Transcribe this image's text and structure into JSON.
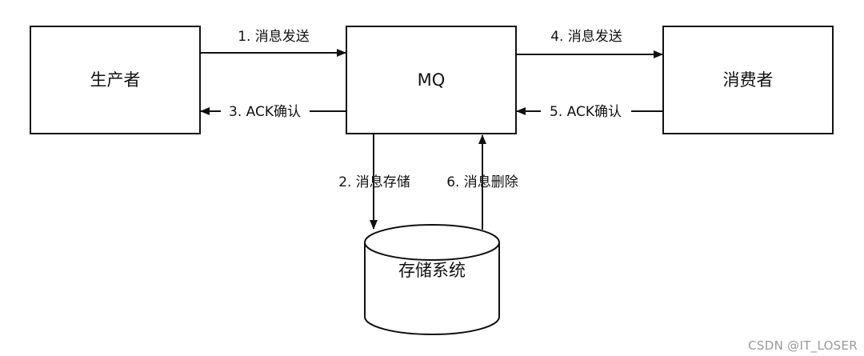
{
  "nodes": {
    "producer": "生产者",
    "mq": "MQ",
    "consumer": "消费者",
    "storage": "存储系统"
  },
  "edges": {
    "e1": "1. 消息发送",
    "e2": "2. 消息存储",
    "e3": "3. ACK确认",
    "e4": "4. 消息发送",
    "e5": "5. ACK确认",
    "e6": "6. 消息删除"
  },
  "watermark": "CSDN @IT_LOSER",
  "colors": {
    "stroke": "#111111",
    "background": "#ffffff",
    "watermark": "#9a9a9a"
  }
}
